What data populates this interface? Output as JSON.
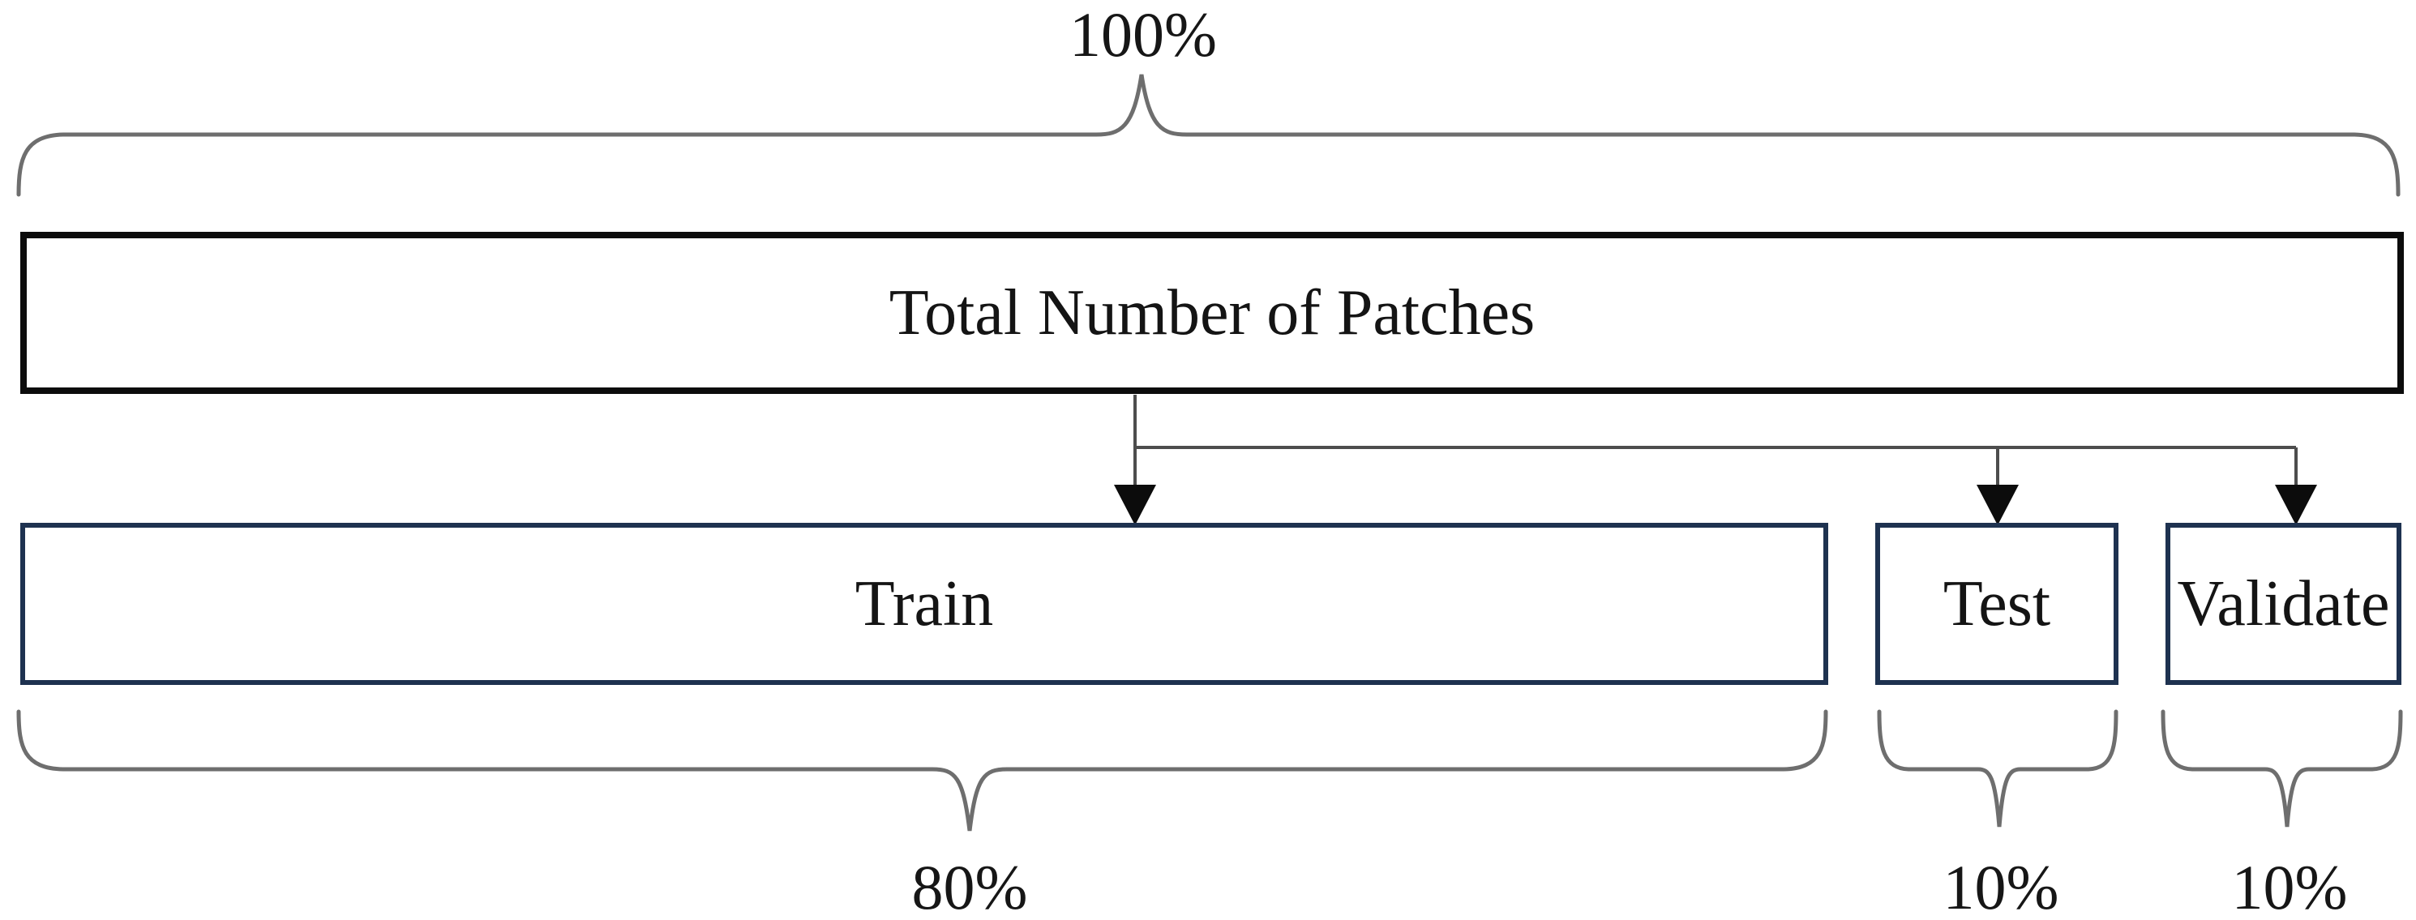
{
  "diagram": {
    "top_percent": "100%",
    "total_box_label": "Total Number of Patches",
    "splits": [
      {
        "label": "Train",
        "percent": "80%"
      },
      {
        "label": "Test",
        "percent": "10%"
      },
      {
        "label": "Validate",
        "percent": "10%"
      }
    ],
    "colors": {
      "main_box_border": "#0c0c0c",
      "split_box_border": "#1e3250",
      "brace": "#6e6e6e",
      "connector": "#4d4d4d",
      "background": "#ffffff"
    }
  }
}
